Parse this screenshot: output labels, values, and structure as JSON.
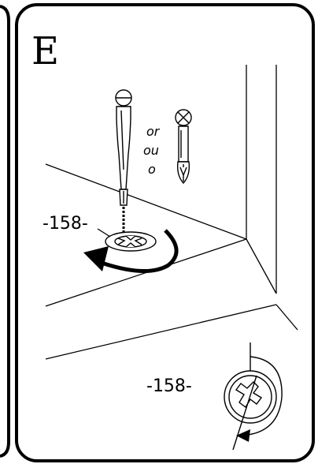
{
  "step": {
    "letter": "E"
  },
  "tools": {
    "or_en": "or",
    "or_fr": "ou",
    "or_es": "o"
  },
  "callouts": {
    "part_main": "-158-",
    "part_detail": "-158-"
  },
  "colors": {
    "ink": "#000000",
    "paper": "#ffffff"
  }
}
